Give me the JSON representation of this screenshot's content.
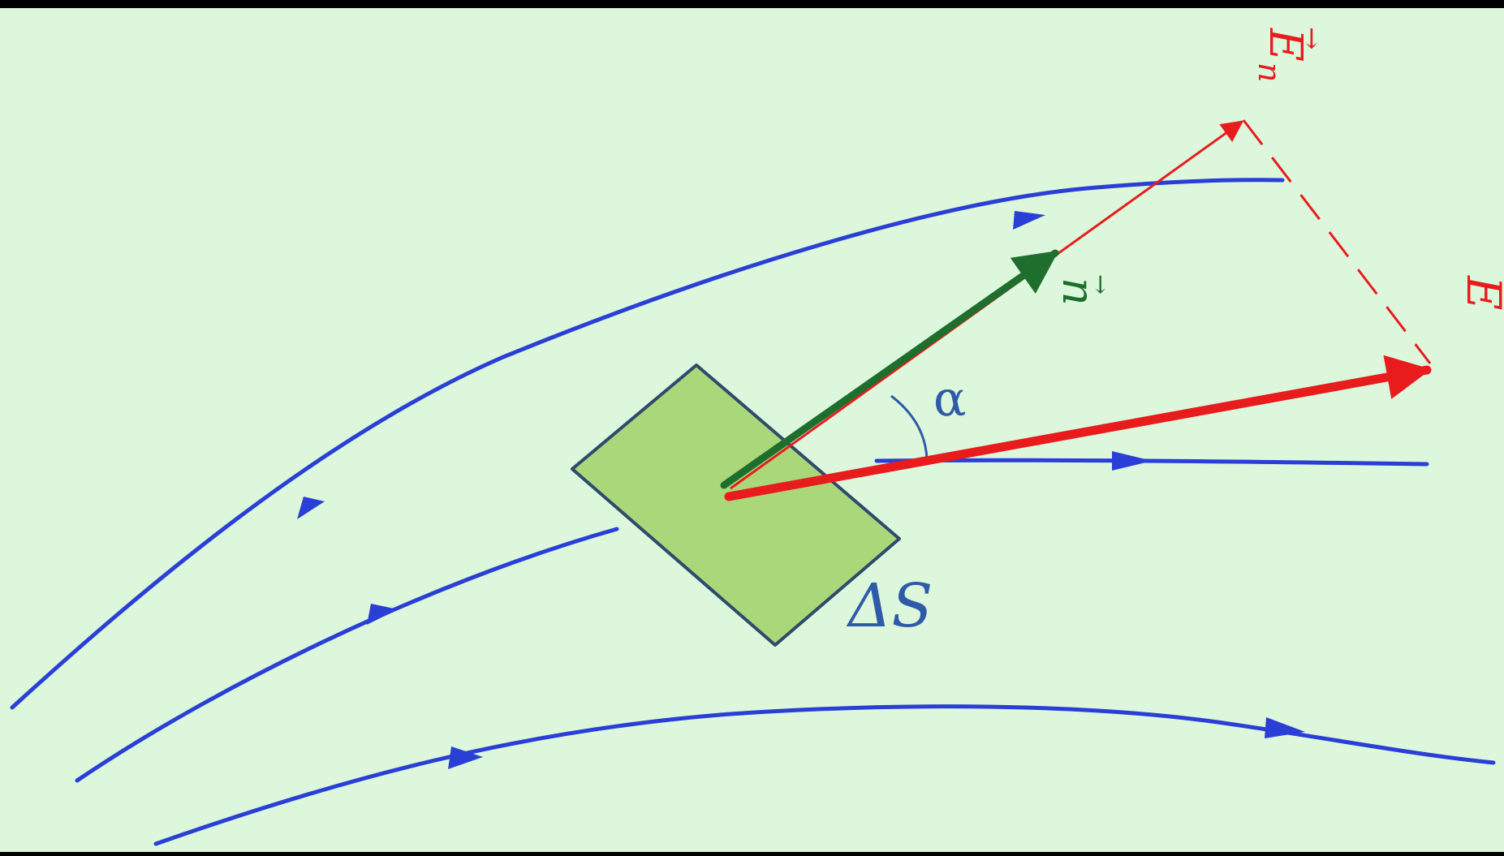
{
  "diagram": {
    "colors": {
      "background": "#dcf7dc",
      "frame": "#000000",
      "field_lines": "#2a3fd6",
      "vector_e": "#e81c1c",
      "vector_en": "#e81c1c",
      "normal": "#1e6e2e",
      "surface_fill": "#a9d77a",
      "surface_stroke": "#2f4a6a",
      "angle_arc": "#2f5aa8"
    },
    "labels": {
      "e_letter": "E",
      "en_letter": "E",
      "en_subscript": "n",
      "n_letter": "n",
      "alpha": "α",
      "delta_s": "ΔS",
      "vector_arrow": "→"
    },
    "icons": {
      "field_arrowhead": "triangle-arrowhead",
      "vector_arrowhead": "triangle-arrowhead"
    }
  }
}
